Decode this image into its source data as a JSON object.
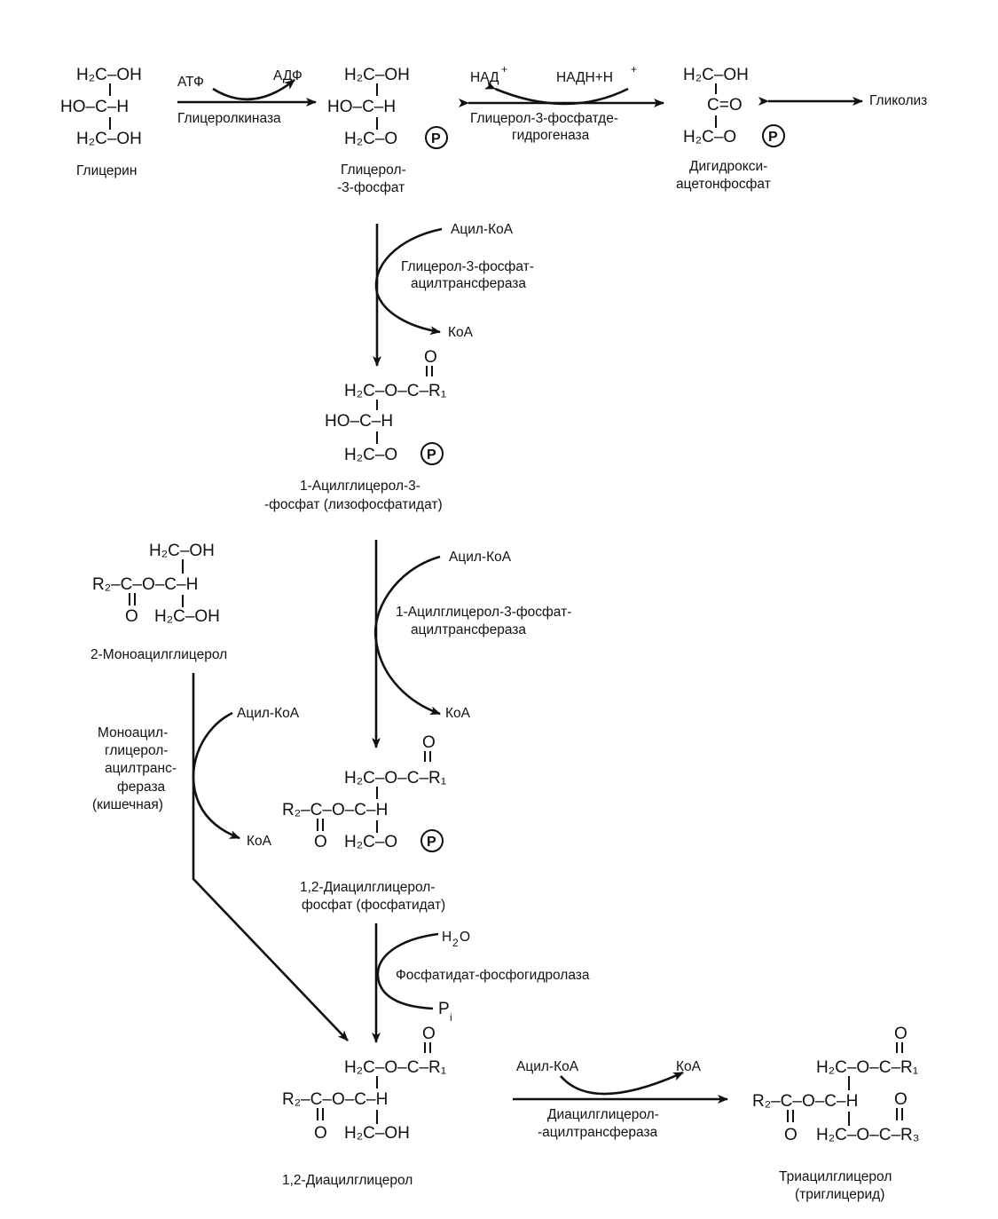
{
  "compounds": {
    "glycerol": "Глицерин",
    "g3p": [
      "Глицерол-",
      "-3-фосфат"
    ],
    "dhap": [
      "Дигидрокси-",
      "ацетонфосфат"
    ],
    "lpa": [
      "1-Ацилглицерол-3-",
      "-фосфат (лизофосфатидат)"
    ],
    "mag": "2-Моноацилглицерол",
    "pa": [
      "1,2-Диацилглицерол-",
      "фосфат (фосфатидат)"
    ],
    "dag": "1,2-Диацилглицерол",
    "tag": [
      "Триацилглицерол",
      "(триглицерид)"
    ]
  },
  "enzymes": {
    "glycerol_kinase": "Глицеролкиназа",
    "g3p_dehydrogenase": [
      "Глицерол-3-фосфатде-",
      "гидрогеназа"
    ],
    "g3p_acyltransferase": [
      "Глицерол-3-фосфат-",
      "ацилтрансфераза"
    ],
    "lpa_acyltransferase": [
      "1-Ацилглицерол-3-фосфат-",
      "ацилтрансфераза"
    ],
    "mag_acyltransferase": [
      "Моноацил-",
      "глицерол-",
      "ацилтранс-",
      "фераза",
      "(кишечная)"
    ],
    "pa_phosphohydrolase": "Фосфатидат-фосфогидролаза",
    "dag_acyltransferase": [
      "Диацилглицерол-",
      "-ацилтрансфераза"
    ]
  },
  "cofactors": {
    "atp": "АТФ",
    "adp": "АДФ",
    "nad": "НАД",
    "nadh": "НАДН+Н",
    "plus": "+",
    "acyl_coa": "Ацил-КоА",
    "coa": "КоА",
    "water_h": "H",
    "water_sub": "2",
    "water_o": "O",
    "pi": "P",
    "pi_sub": "i"
  },
  "side_pathway": "Гликолиз",
  "chem": {
    "h2c_oh": "H₂C–OH",
    "ho_c_h": "HO–C–H",
    "h2c_o": "H₂C–O",
    "phosphate": "P",
    "carbonyl_c": "C=O",
    "o": "O",
    "h2c_o_c_r1": "H₂C–O–C–R₁",
    "h2c_o_c_r3": "H₂C–O–C–R₃",
    "r2_c_o_c_h": "R₂–C–O–C–H",
    "r2_c_o_ch": "R₂–C–O–C–H"
  }
}
